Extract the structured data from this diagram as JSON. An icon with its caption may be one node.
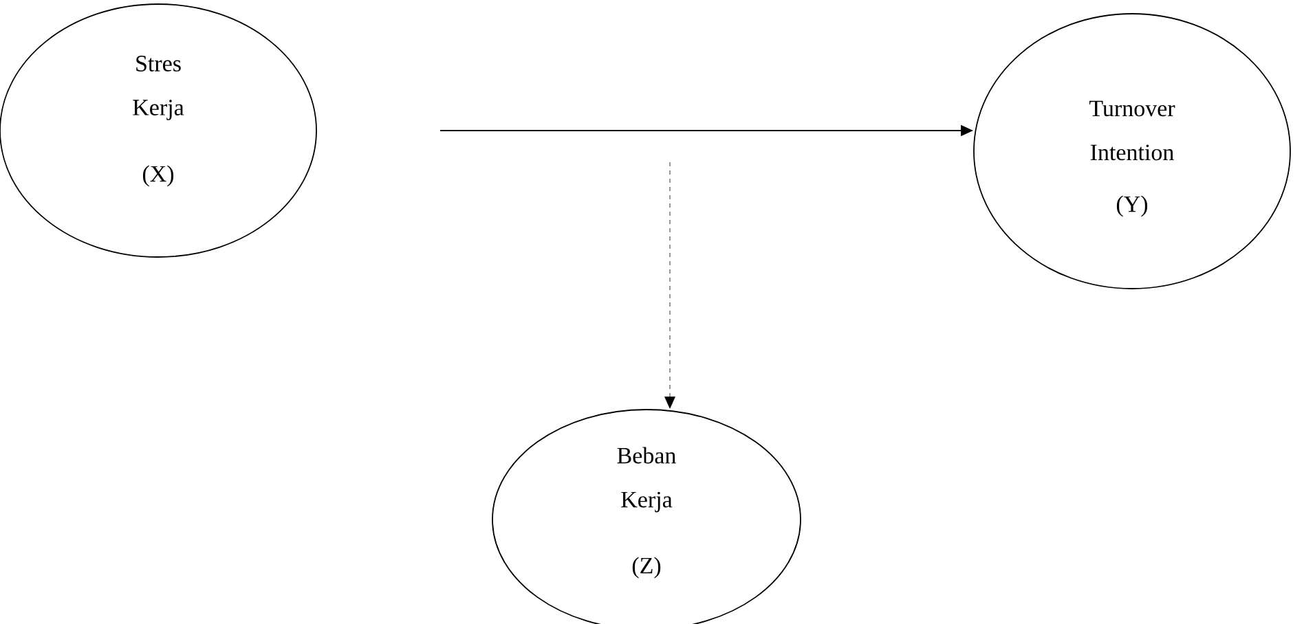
{
  "diagram": {
    "nodes": [
      {
        "text": [
          "Stres Kerja",
          "(X)"
        ]
      },
      {
        "text": [
          "Turnover Intention",
          "(Y)"
        ]
      },
      {
        "text": [
          "Beban Kerja",
          "(Z)"
        ]
      }
    ],
    "edges": [
      {
        "from": null,
        "to": 1,
        "arrow": "to"
      },
      {
        "from": null,
        "to": 2,
        "arrow": "to",
        "style": "dashed"
      }
    ]
  }
}
